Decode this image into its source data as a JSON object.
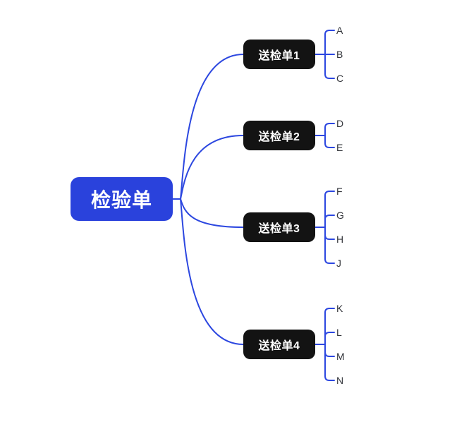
{
  "diagram_type": "mindmap",
  "colors": {
    "background": "#ffffff",
    "root_fill": "#2a42dc",
    "root_text": "#ffffff",
    "branch_fill": "#131313",
    "branch_text": "#ffffff",
    "connector": "#2c47e0",
    "leaf_text": "#32343a"
  },
  "root": {
    "label": "检验单"
  },
  "branches": [
    {
      "label": "送检单1",
      "leaves": [
        "A",
        "B",
        "C"
      ]
    },
    {
      "label": "送检单2",
      "leaves": [
        "D",
        "E"
      ]
    },
    {
      "label": "送检单3",
      "leaves": [
        "F",
        "G",
        "H",
        "J"
      ]
    },
    {
      "label": "送检单4",
      "leaves": [
        "K",
        "L",
        "M",
        "N"
      ]
    }
  ]
}
